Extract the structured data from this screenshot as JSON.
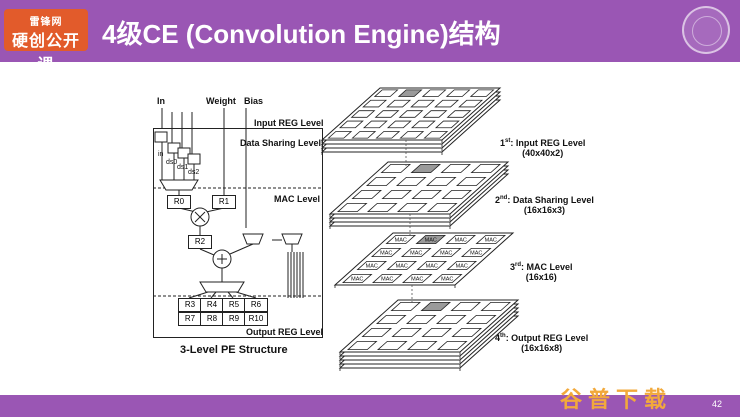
{
  "logo": {
    "line1": "雷锋网",
    "line2": "硬创公开课"
  },
  "title": "4级CE (Convolution Engine)结构",
  "pe_diagram": {
    "inputs": {
      "in": "In",
      "weight": "Weight",
      "bias": "Bias"
    },
    "levels": {
      "input_reg": "Input REG Level",
      "data_sharing": "Data Sharing Level",
      "mac": "MAC Level",
      "output_reg": "Output REG Level"
    },
    "signals": {
      "in": "in",
      "ds0": "ds0",
      "ds1": "ds1",
      "ds2": "ds2"
    },
    "registers": {
      "r0": "R0",
      "r1": "R1",
      "r2": "R2",
      "output_rows": [
        [
          "R3",
          "R4",
          "R5",
          "R6"
        ],
        [
          "R7",
          "R8",
          "R9",
          "R10"
        ]
      ]
    },
    "ops": {
      "multiply": "×",
      "add": "+"
    },
    "caption": "3-Level PE Structure"
  },
  "ce_levels": [
    {
      "ordinal": "1",
      "suffix": "st",
      "name": ": Input REG Level",
      "dims": "(40x40x2)"
    },
    {
      "ordinal": "2",
      "suffix": "nd",
      "name": ": Data Sharing Level",
      "dims": "(16x16x3)"
    },
    {
      "ordinal": "3",
      "suffix": "rd",
      "name": ": MAC Level",
      "dims": "(16x16)"
    },
    {
      "ordinal": "4",
      "suffix": "th",
      "name": ": Output REG Level",
      "dims": "(16x16x8)"
    }
  ],
  "mac_label": "MAC",
  "watermark": "谷普下载",
  "page_number": "42",
  "colors": {
    "header": "#9a56b4",
    "logo": "#e25b2b",
    "watermark": "#f2a93b"
  }
}
